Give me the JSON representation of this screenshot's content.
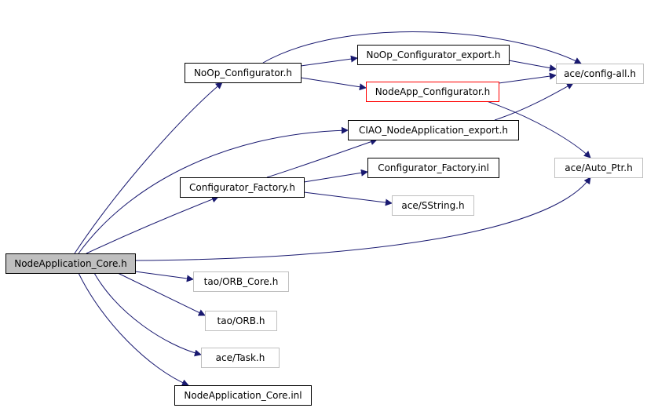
{
  "colors": {
    "background": "#ffffff",
    "edge": "#191970",
    "border_default": "#000000",
    "border_external": "#bfbfbf",
    "border_highlight": "#ff0000",
    "root_fill": "#bfbfbf",
    "node_fill": "#ffffff"
  },
  "nodes": {
    "root": {
      "label": "NodeApplication_Core.h",
      "style": "root"
    },
    "noop": {
      "label": "NoOp_Configurator.h",
      "style": "default"
    },
    "noop_export": {
      "label": "NoOp_Configurator_export.h",
      "style": "default"
    },
    "nodeapp_cfg": {
      "label": "NodeApp_Configurator.h",
      "style": "highlight"
    },
    "ciao_export": {
      "label": "CIAO_NodeApplication_export.h",
      "style": "default"
    },
    "cfg_factory": {
      "label": "Configurator_Factory.h",
      "style": "default"
    },
    "cfg_factory_inl": {
      "label": "Configurator_Factory.inl",
      "style": "default"
    },
    "sstring": {
      "label": "ace/SString.h",
      "style": "external"
    },
    "config_all": {
      "label": "ace/config-all.h",
      "style": "external"
    },
    "auto_ptr": {
      "label": "ace/Auto_Ptr.h",
      "style": "external"
    },
    "orb_core": {
      "label": "tao/ORB_Core.h",
      "style": "external"
    },
    "orb": {
      "label": "tao/ORB.h",
      "style": "external"
    },
    "task": {
      "label": "ace/Task.h",
      "style": "external"
    },
    "core_inl": {
      "label": "NodeApplication_Core.inl",
      "style": "default"
    }
  },
  "edges": [
    [
      "root",
      "noop"
    ],
    [
      "root",
      "ciao_export"
    ],
    [
      "root",
      "cfg_factory"
    ],
    [
      "root",
      "auto_ptr"
    ],
    [
      "root",
      "orb_core"
    ],
    [
      "root",
      "orb"
    ],
    [
      "root",
      "task"
    ],
    [
      "root",
      "core_inl"
    ],
    [
      "noop",
      "config_all"
    ],
    [
      "noop",
      "noop_export"
    ],
    [
      "noop",
      "nodeapp_cfg"
    ],
    [
      "noop_export",
      "config_all"
    ],
    [
      "nodeapp_cfg",
      "config_all"
    ],
    [
      "nodeapp_cfg",
      "auto_ptr"
    ],
    [
      "ciao_export",
      "config_all"
    ],
    [
      "cfg_factory",
      "ciao_export"
    ],
    [
      "cfg_factory",
      "cfg_factory_inl"
    ],
    [
      "cfg_factory",
      "sstring"
    ]
  ]
}
